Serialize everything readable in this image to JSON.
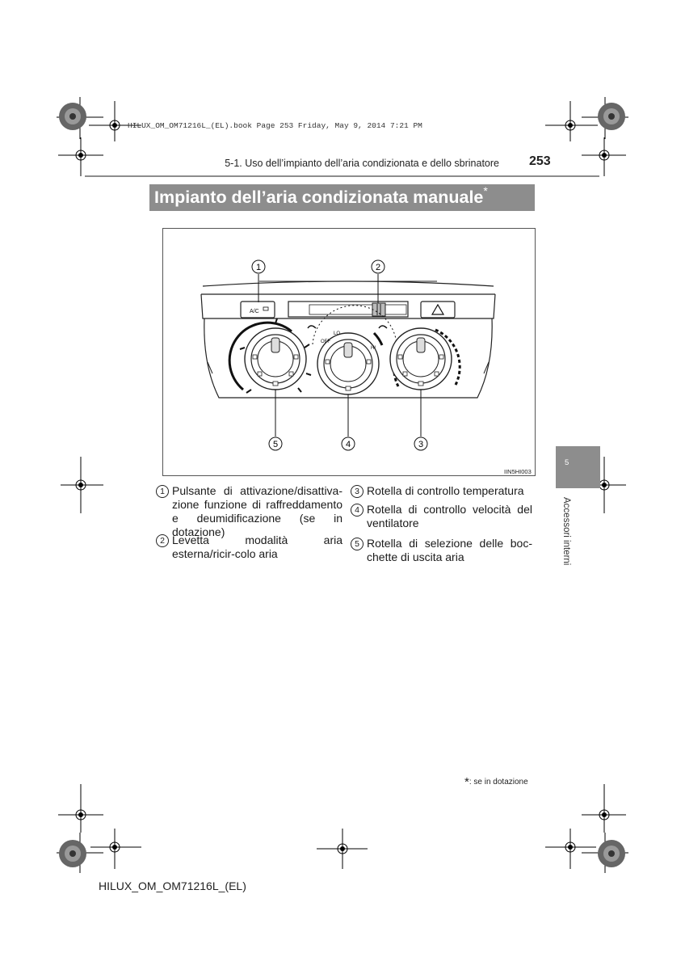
{
  "print_meta": "HILUX_OM_OM71216L_(EL).book  Page 253  Friday, May 9, 2014  7:21 PM",
  "running_head": "5-1. Uso dell’impianto dell’aria condizionata e dello sbrinatore",
  "page_number": "253",
  "title": "Impianto dell’aria condizionata manuale",
  "title_mark": "*",
  "figure": {
    "code": "IIN5HI003",
    "ac_label": "A/C",
    "fan_labels": [
      "OFF",
      "LO",
      "HI"
    ],
    "callouts": [
      "1",
      "2",
      "3",
      "4",
      "5"
    ]
  },
  "legend": [
    {
      "num": "1",
      "text": "Pulsante di attivazione/disattiva-zione funzione di raffreddamento e deumidificazione (se in dotazione)"
    },
    {
      "num": "2",
      "text": "Levetta modalità aria esterna/ricir-colo aria"
    },
    {
      "num": "3",
      "text": "Rotella di controllo temperatura"
    },
    {
      "num": "4",
      "text": "Rotella di controllo velocità del ventilatore"
    },
    {
      "num": "5",
      "text": "Rotella di selezione delle boc-chette di uscita aria"
    }
  ],
  "side_tab": {
    "number": "5",
    "label": "Accessori interni"
  },
  "footnote": {
    "mark": "*",
    "text": ": se in dotazione"
  },
  "footer_code": "HILUX_OM_OM71216L_(EL)"
}
